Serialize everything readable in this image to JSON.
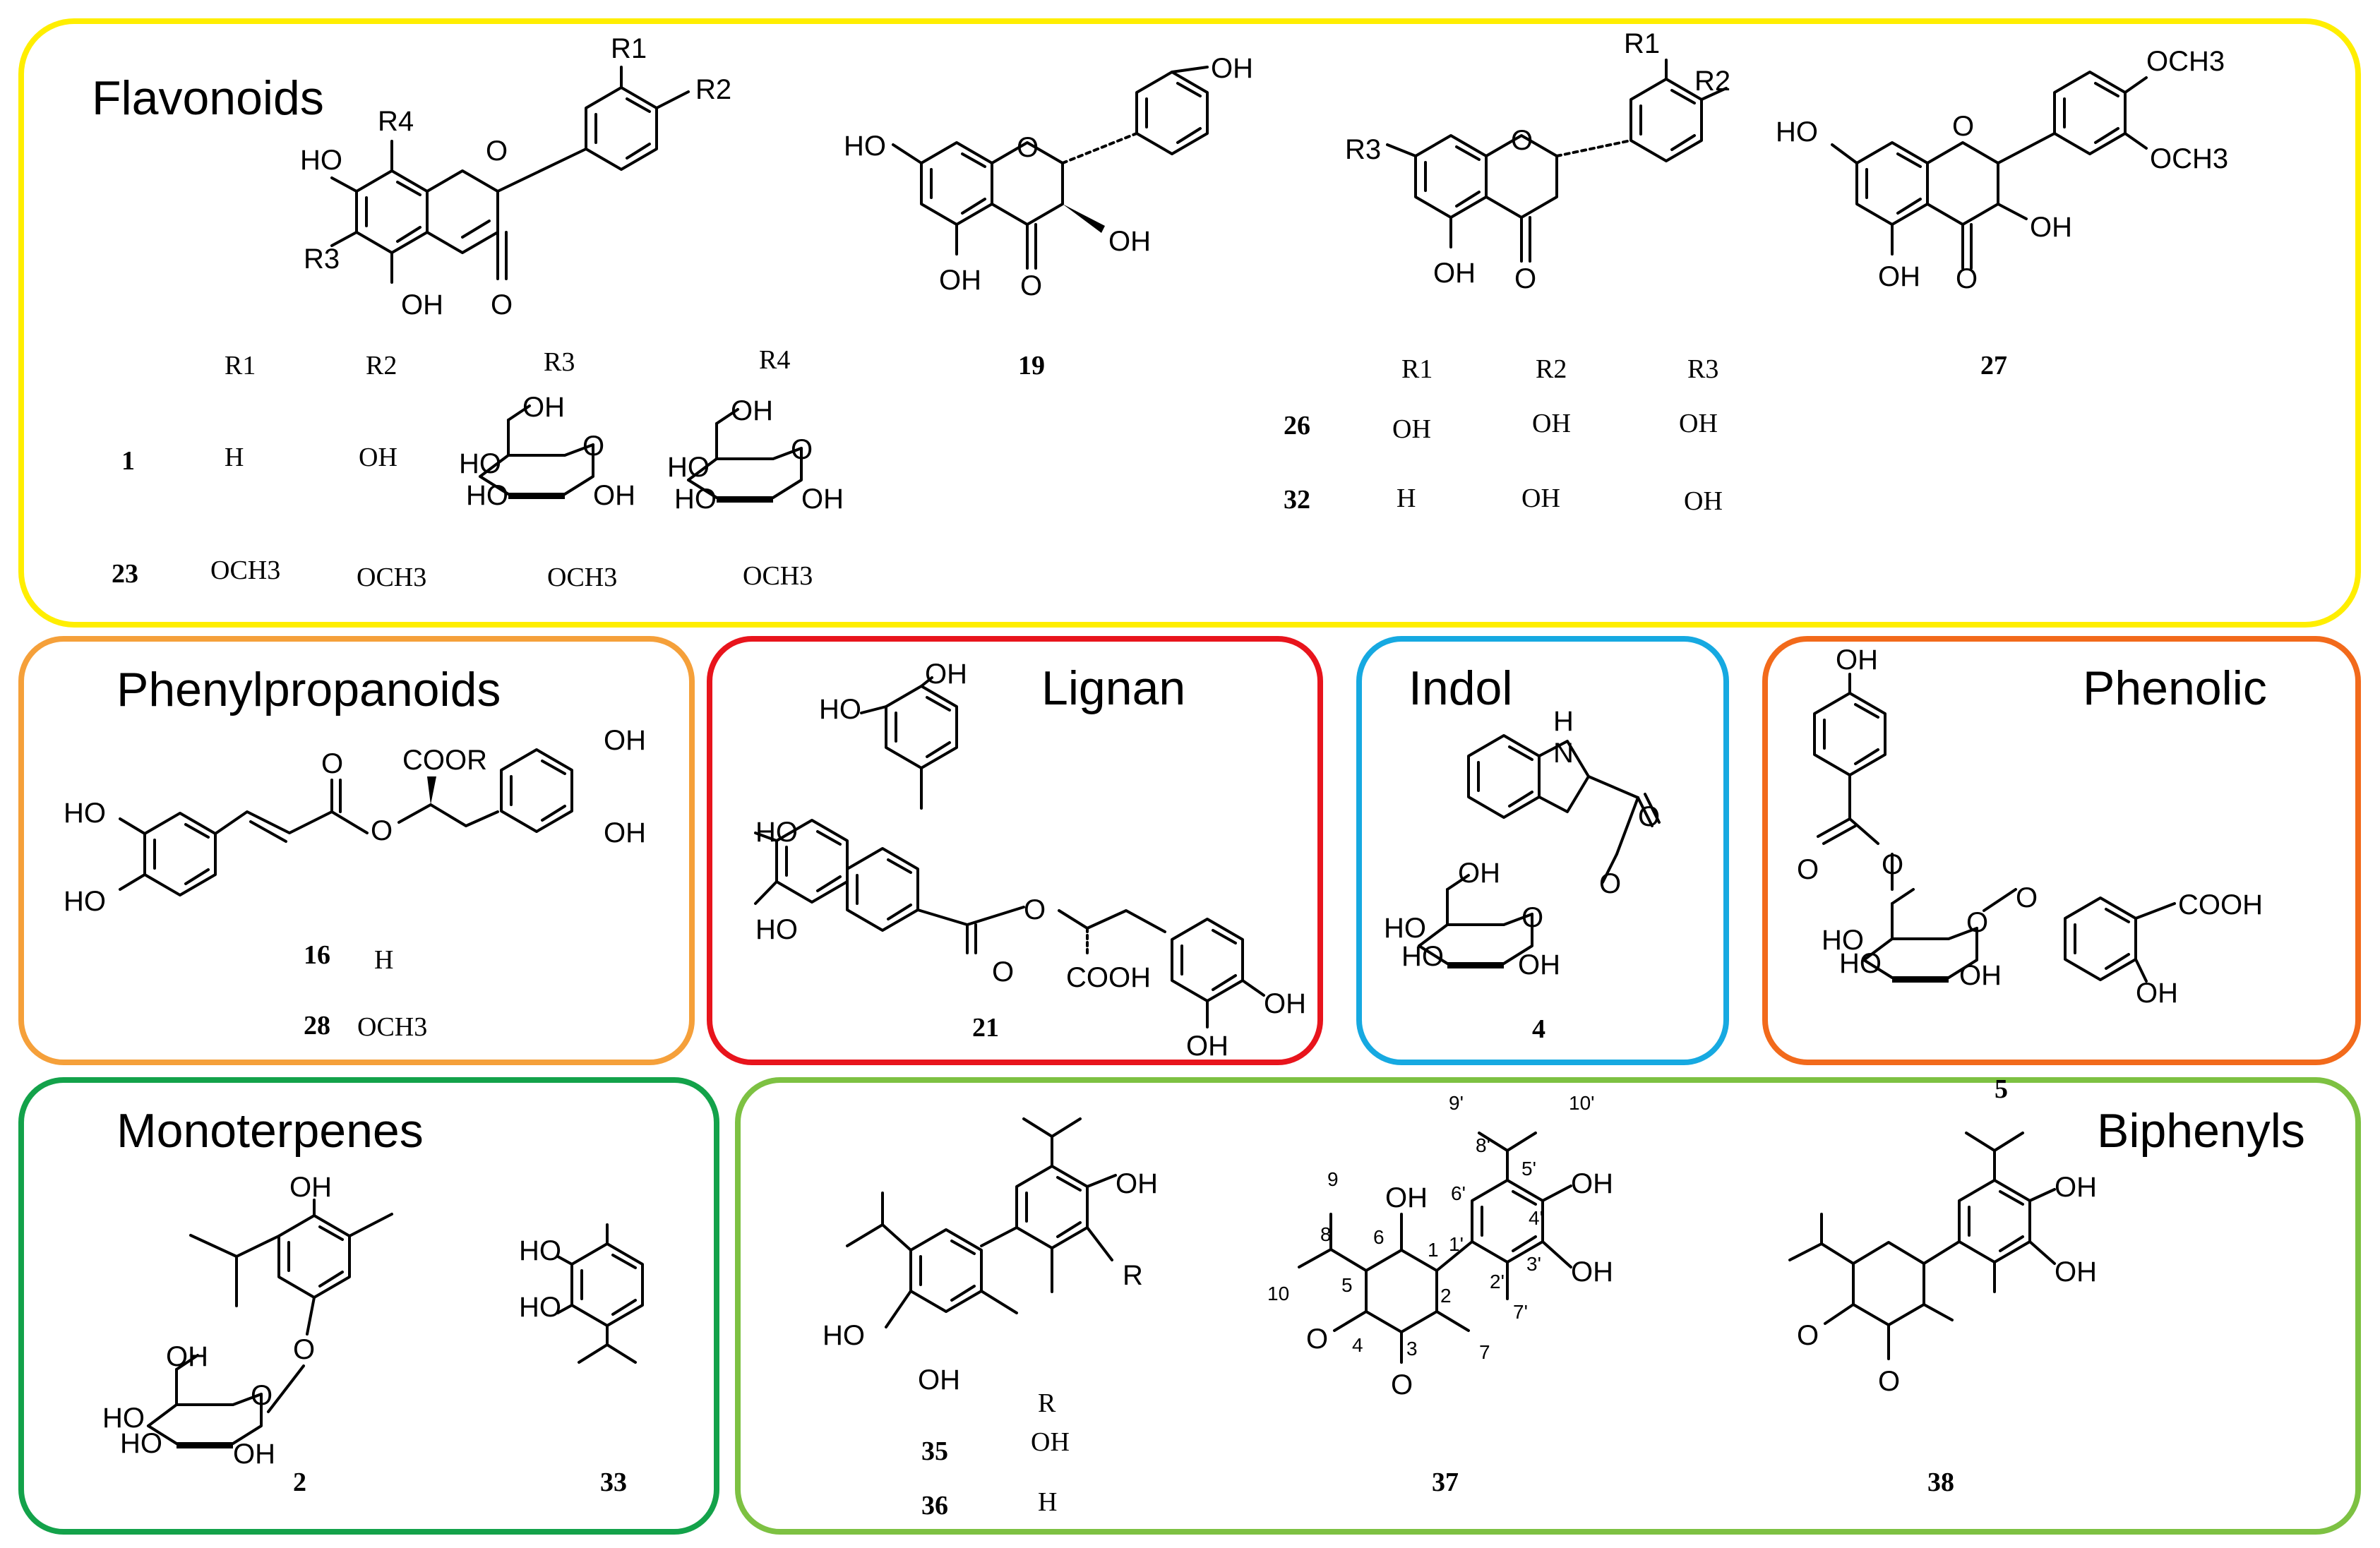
{
  "colors": {
    "flavonoids": "#ffee00",
    "phenylpropanoids": "#f5a03a",
    "lignan": "#e8141c",
    "indol": "#16a9e1",
    "phenolic": "#f26a1b",
    "monoterpenes": "#13a24a",
    "biphenyls": "#7dc142"
  },
  "panels": {
    "flavonoids": {
      "title": "Flavonoids",
      "scaffold_a": {
        "atoms": [
          "HO",
          "R4",
          "R3",
          "OH",
          "O",
          "O",
          "R1",
          "R2"
        ],
        "table": {
          "headers": [
            "R1",
            "R2",
            "R3",
            "R4"
          ],
          "rows": [
            {
              "id": "1",
              "r1": "H",
              "r2": "OH",
              "r3": "glucose-icon",
              "r4": "glucose-icon"
            },
            {
              "id": "23",
              "r1": "OCH3",
              "r2": "OCH3",
              "r3": "OCH3",
              "r4": "OCH3"
            }
          ],
          "sugar_labels": [
            "OH",
            "HO",
            "HO",
            "O",
            "OH"
          ]
        }
      },
      "compound_19": {
        "id": "19",
        "atoms": [
          "HO",
          "O",
          "OH",
          "OH",
          "O",
          "OH"
        ]
      },
      "scaffold_b": {
        "atoms": [
          "R3",
          "O",
          "OH",
          "O",
          "R1",
          "R2"
        ],
        "table": {
          "headers": [
            "R1",
            "R2",
            "R3"
          ],
          "rows": [
            {
              "id": "26",
              "r1": "OH",
              "r2": "OH",
              "r3": "OH"
            },
            {
              "id": "32",
              "r1": "H",
              "r2": "OH",
              "r3": "OH"
            }
          ]
        }
      },
      "compound_27": {
        "id": "27",
        "atoms": [
          "HO",
          "O",
          "OCH3",
          "OCH3",
          "OH",
          "OH",
          "O"
        ]
      }
    },
    "phenylpropanoids": {
      "title": "Phenylpropanoids",
      "atoms": [
        "HO",
        "HO",
        "O",
        "O",
        "COOR",
        "OH",
        "OH"
      ],
      "rows": [
        {
          "id": "16",
          "r": "H"
        },
        {
          "id": "28",
          "r": "OCH3"
        }
      ]
    },
    "lignan": {
      "title": "Lignan",
      "id": "21",
      "atoms": [
        "HO",
        "OH",
        "HO",
        "HO",
        "O",
        "O",
        "COOH",
        "OH",
        "OH"
      ]
    },
    "indol": {
      "title": "Indol",
      "id": "4",
      "atoms": [
        "H",
        "N",
        "O",
        "O",
        "OH",
        "HO",
        "HO",
        "O",
        "OH"
      ]
    },
    "phenolic": {
      "title": "Phenolic",
      "id": "5",
      "atoms": [
        "OH",
        "O",
        "O",
        "O",
        "O",
        "HO",
        "HO",
        "OH",
        "COOH",
        "OH"
      ]
    },
    "monoterpenes": {
      "title": "Monoterpenes",
      "compound_2": {
        "id": "2",
        "atoms": [
          "OH",
          "O",
          "OH",
          "O",
          "HO",
          "HO",
          "OH"
        ]
      },
      "compound_33": {
        "id": "33",
        "atoms": [
          "HO",
          "HO"
        ]
      }
    },
    "biphenyls": {
      "title": "Biphenyls",
      "scaffold": {
        "atoms": [
          "OH",
          "R",
          "HO",
          "OH"
        ],
        "header": "R",
        "rows": [
          {
            "id": "35",
            "r": "OH"
          },
          {
            "id": "36",
            "r": "H"
          }
        ]
      },
      "compound_37": {
        "id": "37",
        "atoms": [
          "OH",
          "O",
          "O",
          "OH",
          "OH"
        ],
        "numbering": [
          "9'",
          "10'",
          "8'",
          "9",
          "6'",
          "5'",
          "4'",
          "8",
          "6",
          "1",
          "1'",
          "3'",
          "2'",
          "5",
          "2",
          "10",
          "7'",
          "4",
          "3",
          "7"
        ]
      },
      "compound_38": {
        "id": "38",
        "atoms": [
          "OH",
          "OH",
          "O",
          "O"
        ]
      }
    }
  }
}
